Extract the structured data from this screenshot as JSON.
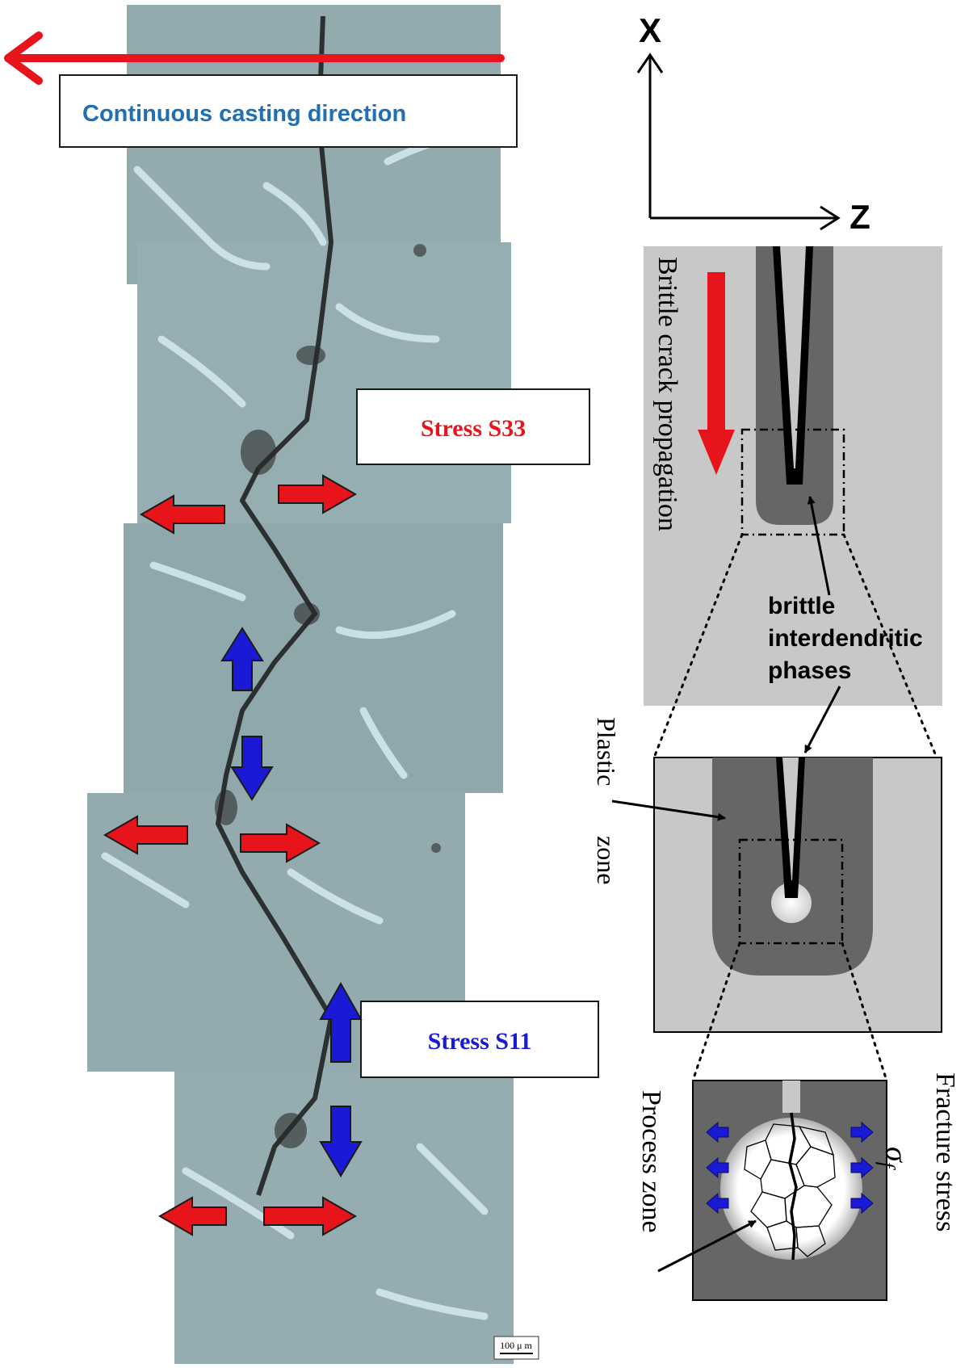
{
  "micrograph": {
    "casting_label": "Continuous casting direction",
    "stress_s33_label": "Stress S33",
    "stress_s11_label": "Stress S11",
    "scale_bar_label": "100 μ m",
    "colors": {
      "red_arrow": "#e8141c",
      "blue_arrow": "#1a1ad6",
      "casting_text": "#1f6fb5",
      "tile_base": "#8fa9ad"
    }
  },
  "axes": {
    "x_label": "X",
    "z_label": "Z"
  },
  "schematic": {
    "propagation_label": "Brittle crack propagation",
    "phases_line1": "brittle",
    "phases_line2": "interdendritic",
    "phases_line3": "phases",
    "plastic_zone_label_line1": "Plastic",
    "plastic_zone_label_line2": "zone",
    "process_zone_label": "Process zone",
    "fracture_stress_label": "Fracture stress",
    "sigma_symbol": "σ",
    "sigma_subscript": "f",
    "colors": {
      "light_gray": "#c8c8c8",
      "dark_gray": "#666666",
      "crack": "#000000"
    }
  }
}
